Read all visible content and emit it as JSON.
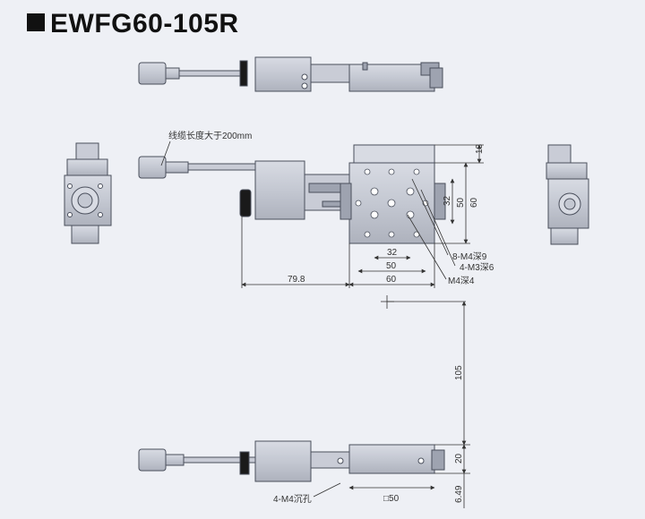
{
  "title": "EWFG60-105R",
  "annotations": {
    "cable_note": "线缆长度大于200mm",
    "hole_8m4": "8-M4深9",
    "hole_4m3": "4-M3深6",
    "hole_m4": "M4深4",
    "hole_4m4_counter": "4-M4沉孔",
    "dim_32_bottom": "32",
    "dim_50_bottom": "50",
    "dim_60_bottom": "60",
    "dim_79_8": "79.8",
    "dim_13": "13",
    "dim_32_right": "32",
    "dim_50_right": "50",
    "dim_60_right": "60",
    "dim_105": "105",
    "dim_20": "20",
    "dim_6_49": "6.49",
    "dim_sq50": "□50"
  },
  "colors": {
    "metal": "#c9ccd6",
    "metal_dark": "#9ea3b0",
    "line": "#4a4f5c",
    "knob": "#1a1a1a"
  }
}
